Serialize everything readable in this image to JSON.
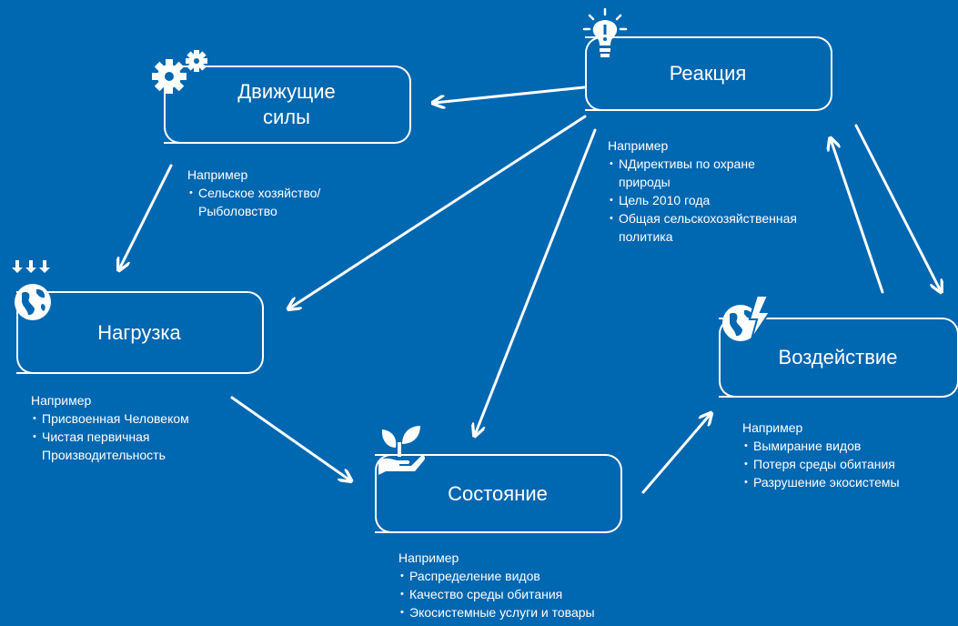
{
  "nodes": {
    "drivers": {
      "title": "Движущие\nсилы"
    },
    "pressure": {
      "title": "Нагрузка"
    },
    "state": {
      "title": "Состояние"
    },
    "impact": {
      "title": "Воздействие"
    },
    "response": {
      "title": "Реакция"
    }
  },
  "examples": {
    "drivers": {
      "header": "Например",
      "items": [
        "Сельское хозяйство/\nРыболовство"
      ]
    },
    "pressure": {
      "header": "Например",
      "items": [
        "Присвоенная Человеком",
        "Чистая первичная\nПроизводительность"
      ]
    },
    "state": {
      "header": "Например",
      "items": [
        "Распределение видов",
        "Качество среды обитания",
        "Экосистемные услуги и товары"
      ]
    },
    "impact": {
      "header": "Например",
      "items": [
        "Вымирание видов",
        "Потеря среды обитания",
        "Разрушение экосистемы"
      ]
    },
    "response": {
      "header": "Например",
      "items": [
        "NДирективы по охране\nприроды",
        "Цель 2010 года",
        "Общая сельскохозяйственная\nполитика"
      ]
    }
  },
  "icons": {
    "drivers": "gears-icon",
    "pressure": "globe-pressure-icon",
    "state": "plant-hand-icon",
    "impact": "globe-lightning-icon",
    "response": "lightbulb-icon"
  },
  "colors": {
    "background": "#0067b1",
    "foreground": "#ffffff"
  }
}
